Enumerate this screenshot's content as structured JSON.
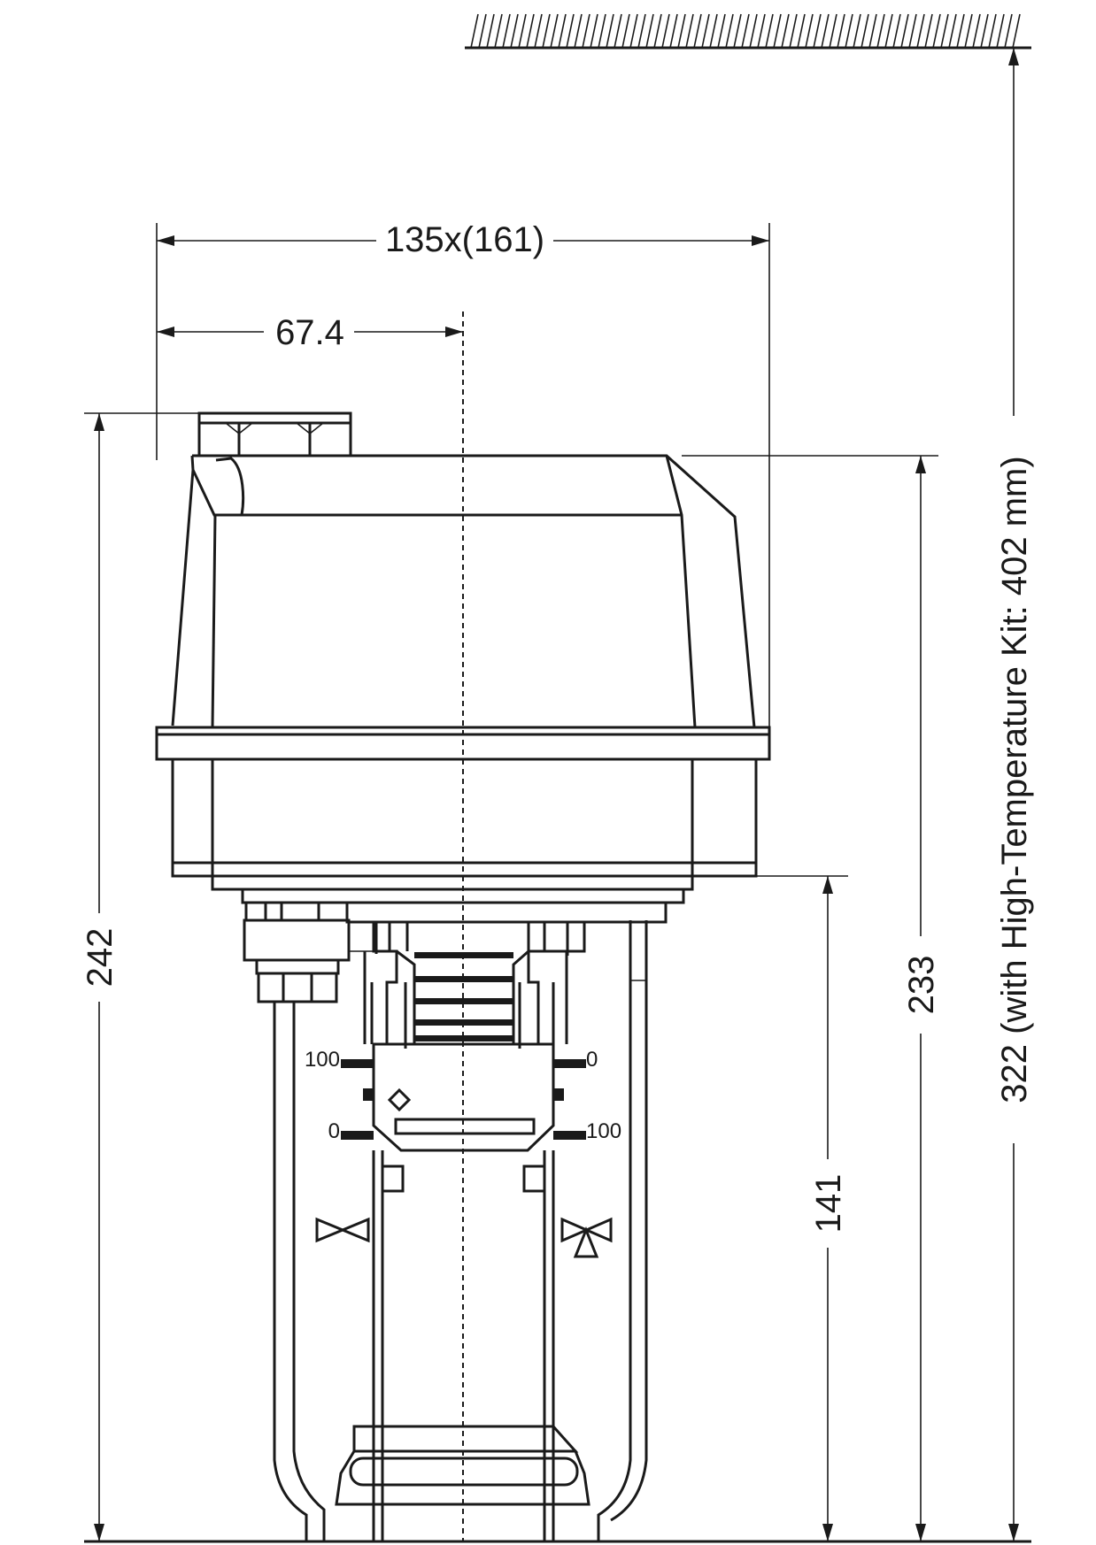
{
  "dimensions": {
    "width_total": "135x(161)",
    "width_half": "67.4",
    "height_overall": "242",
    "height_housing": "233",
    "height_bracket": "141",
    "height_with_kit": "322 (with High-Temperature Kit: 402 mm)"
  },
  "scale_labels": {
    "left_top": "100",
    "left_bottom": "0",
    "right_top": "0",
    "right_bottom": "100"
  }
}
